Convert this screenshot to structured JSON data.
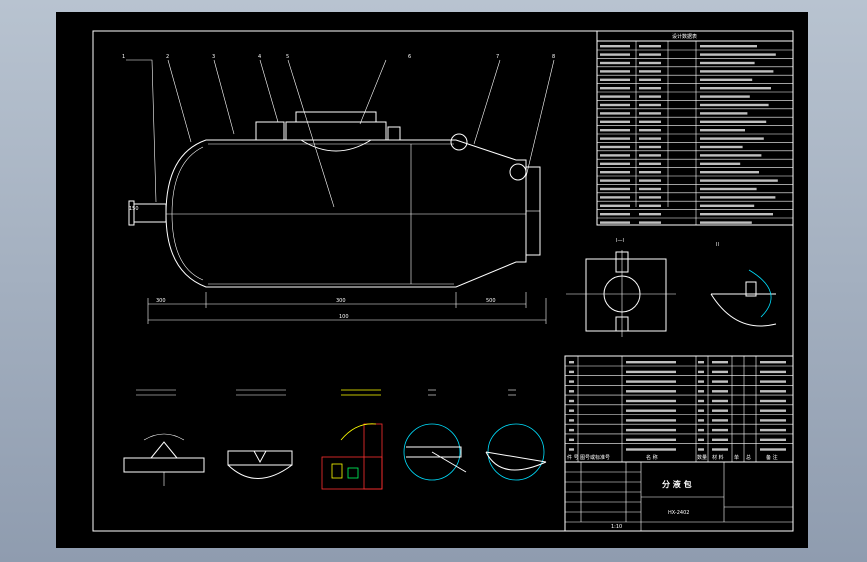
{
  "drawing": {
    "table_title": "设计数据表",
    "section_label": "I—I",
    "detail_label": "II",
    "part_numbers": [
      "1",
      "2",
      "3",
      "4",
      "5",
      "6",
      "7",
      "8"
    ],
    "dimension_labels": [
      "300",
      "300",
      "500",
      "100",
      "150"
    ],
    "title_block": {
      "equipment_name": "分 液 包",
      "drawing_number": "HX-2402",
      "scale": "1:10"
    },
    "bom_header": [
      "件 号",
      "图号或标准号",
      "名 称",
      "数量",
      "材 料",
      "单",
      "总",
      "备 注"
    ]
  },
  "colors": {
    "background": "#000000",
    "line": "#ffffff",
    "accent_yellow": "#ffff00",
    "accent_green": "#00ff60",
    "accent_cyan": "#00e0ff",
    "accent_red": "#ff3030"
  }
}
